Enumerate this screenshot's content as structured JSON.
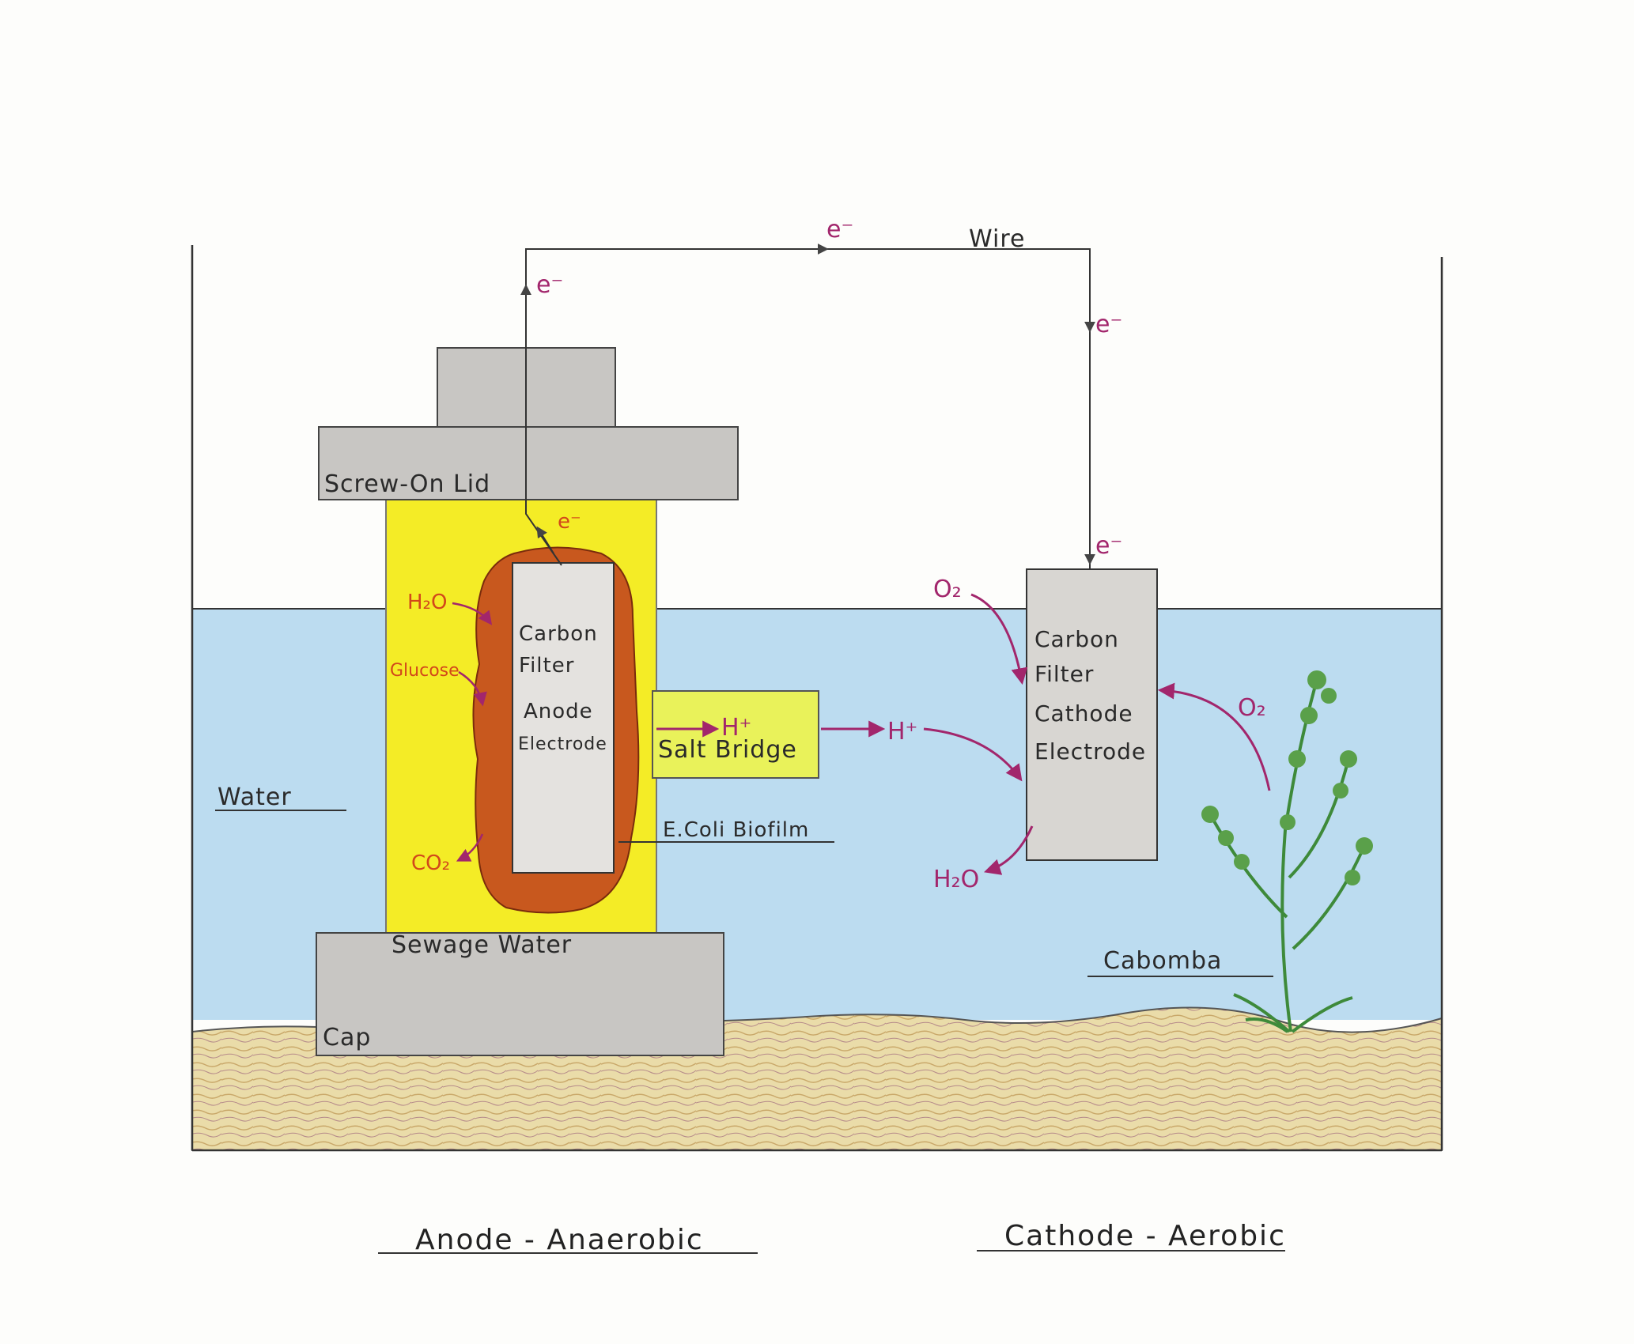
{
  "labels": {
    "wire": "Wire",
    "screw_lid": "Screw-On Lid",
    "sewage_water": "Sewage Water",
    "cap": "Cap",
    "water": "Water",
    "salt_bridge": "Salt Bridge",
    "ecoli_biofilm": "E.Coli Biofilm",
    "cabomba": "Cabomba",
    "anode_line1": "Carbon",
    "anode_line2": "Filter",
    "anode_line3": "Anode",
    "anode_line4": "Electrode",
    "cathode_line1": "Carbon",
    "cathode_line2": "Filter",
    "cathode_line3": "Cathode",
    "cathode_line4": "Electrode"
  },
  "species": {
    "electron": "e⁻",
    "proton": "H⁺",
    "water": "H₂O",
    "oxygen": "O₂",
    "glucose": "Glucose",
    "carbon_dioxide": "CO₂"
  },
  "captions": {
    "anode": "Anode - Anaerobic",
    "cathode": "Cathode - Aerobic"
  },
  "colors": {
    "water": "#bcdcf0",
    "sewage": "#f4ec26",
    "biofilm": "#c8581e",
    "electrode": "#d8d6d2",
    "lid": "#c8c6c3",
    "sand": "#e8d8a6",
    "arrow": "#a2266c",
    "reaction_label": "#d2471a",
    "plant": "#3e8a3a"
  }
}
